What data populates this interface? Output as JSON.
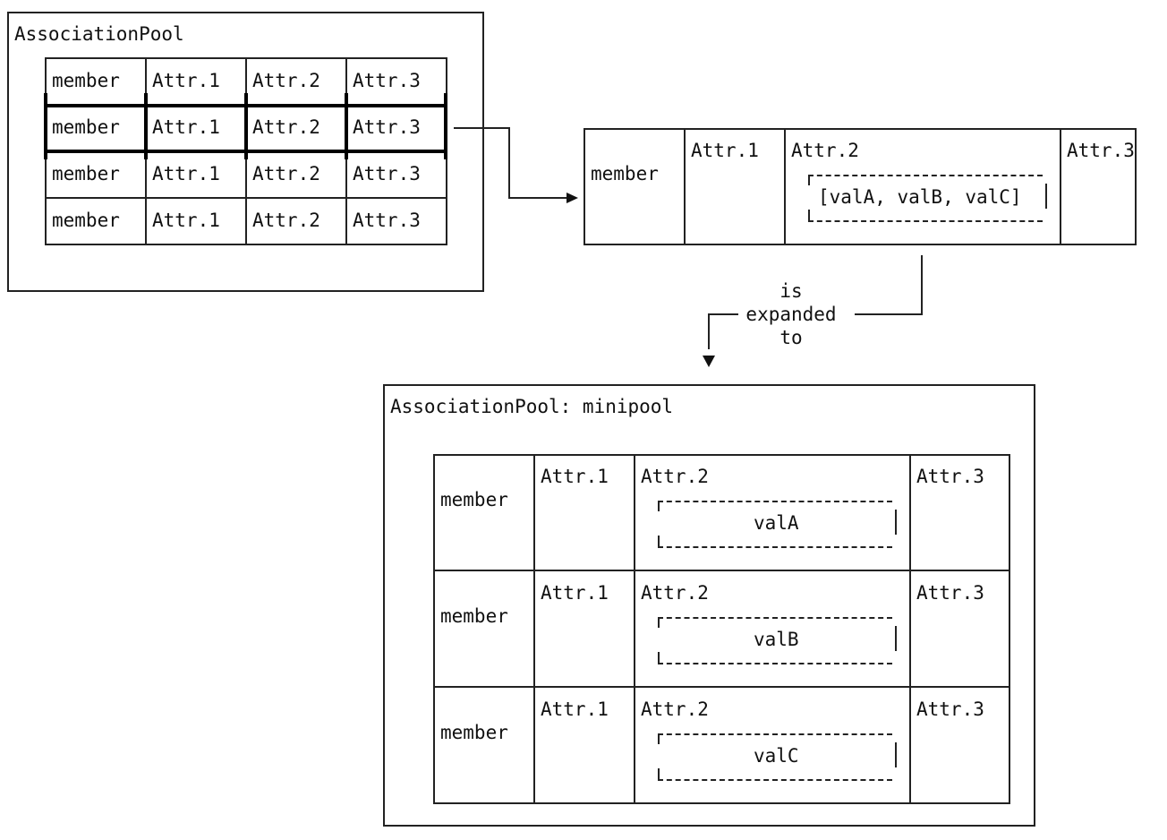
{
  "pool_top": {
    "title": "AssociationPool",
    "rows": [
      [
        "member",
        "Attr.1",
        "Attr.2",
        "Attr.3"
      ],
      [
        "member",
        "Attr.1",
        "Attr.2",
        "Attr.3"
      ],
      [
        "member",
        "Attr.1",
        "Attr.2",
        "Attr.3"
      ],
      [
        "member",
        "Attr.1",
        "Attr.2",
        "Attr.3"
      ]
    ],
    "highlighted_row": 1
  },
  "expanded_row": {
    "member": "member",
    "attr1": "Attr.1",
    "attr2": "Attr.2",
    "attr2_value": "[valA, valB, valC]",
    "attr3": "Attr.3"
  },
  "arrow_label": {
    "line1": "is",
    "line2": "expanded",
    "line3": "to"
  },
  "minipool": {
    "title": "AssociationPool: minipool",
    "rows": [
      {
        "member": "member",
        "attr1": "Attr.1",
        "attr2": "Attr.2",
        "value": "valA",
        "attr3": "Attr.3"
      },
      {
        "member": "member",
        "attr1": "Attr.1",
        "attr2": "Attr.2",
        "value": "valB",
        "attr3": "Attr.3"
      },
      {
        "member": "member",
        "attr1": "Attr.1",
        "attr2": "Attr.2",
        "value": "valC",
        "attr3": "Attr.3"
      }
    ]
  }
}
